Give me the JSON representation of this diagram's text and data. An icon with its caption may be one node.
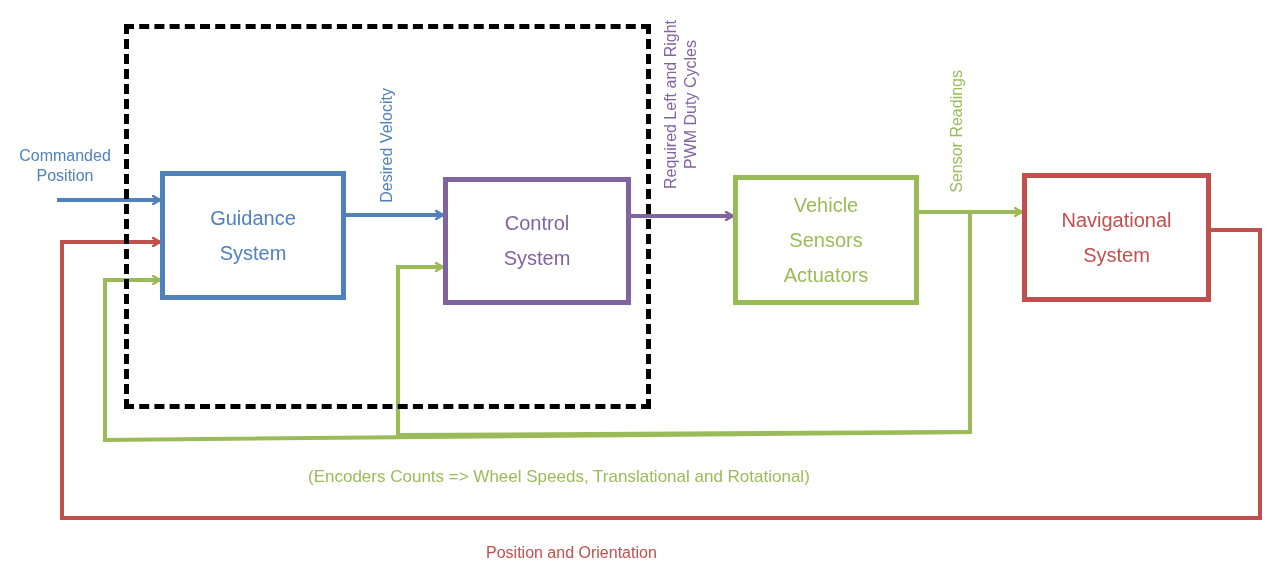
{
  "diagram": {
    "nodes": [
      {
        "text": [],
        "shape": "box"
      },
      {
        "text": [
          "Guidance System"
        ],
        "in": 0
      },
      {
        "text": [
          "Control System"
        ],
        "in": 0
      },
      {
        "text": [
          "Vehicle Sensors Actuators"
        ]
      },
      {
        "text": [
          "Navigational System"
        ]
      }
    ],
    "edges": [
      {
        "from": null,
        "to": 1,
        "arrow": "to",
        "label": "Commanded Position",
        "color": "#4f81bd"
      },
      {
        "from": 1,
        "to": 2,
        "arrow": "to",
        "label": "Desired Velocity",
        "color": "#4f81bd"
      },
      {
        "from": 2,
        "to": 3,
        "arrow": "to",
        "label": "Required Left and Right PWM Duty Cycles",
        "color": "#8064a2"
      },
      {
        "from": 3,
        "to": 4,
        "arrow": "to",
        "label": "Sensor Readings",
        "color": "#9bbb59"
      },
      {
        "from": 3,
        "to": 1,
        "arrow": "to",
        "label": "(Encoders Counts => Wheel Speeds, Translational and Rotational)",
        "color": "#9bbb59"
      },
      {
        "from": 3,
        "to": 2,
        "arrow": "to",
        "color": "#9bbb59"
      },
      {
        "from": 4,
        "to": 1,
        "arrow": "to",
        "label": "Position and Orientation",
        "color": "#c0504d"
      }
    ]
  }
}
